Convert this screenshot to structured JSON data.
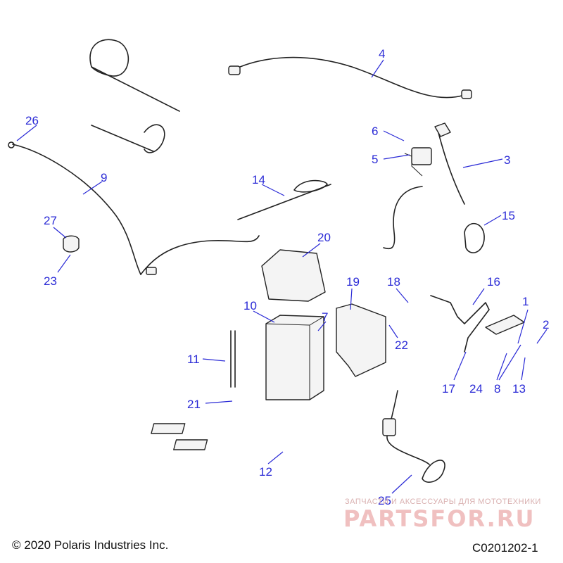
{
  "callouts": {
    "c1": "1",
    "c2": "2",
    "c3": "3",
    "c4": "4",
    "c5": "5",
    "c6": "6",
    "c7": "7",
    "c8": "8",
    "c9": "9",
    "c10": "10",
    "c11": "11",
    "c12": "12",
    "c13": "13",
    "c14": "14",
    "c15": "15",
    "c16": "16",
    "c17": "17",
    "c18": "18",
    "c19": "19",
    "c20": "20",
    "c21": "21",
    "c22": "22",
    "c23": "23",
    "c24": "24",
    "c25": "25",
    "c26": "26",
    "c27": "27"
  },
  "footer": {
    "copyright": "© 2020 Polaris Industries Inc.",
    "code": "C0201202-1"
  },
  "watermark": {
    "tagline": "ЗАПЧАСТИ И АКСЕССУАРЫ ДЛЯ МОТОТЕХНИКИ",
    "brand": "PARTSFOR.RU"
  },
  "colors": {
    "callout": "#2a2ad6",
    "line_art": "#222222",
    "watermark": "#e8a0a0"
  }
}
